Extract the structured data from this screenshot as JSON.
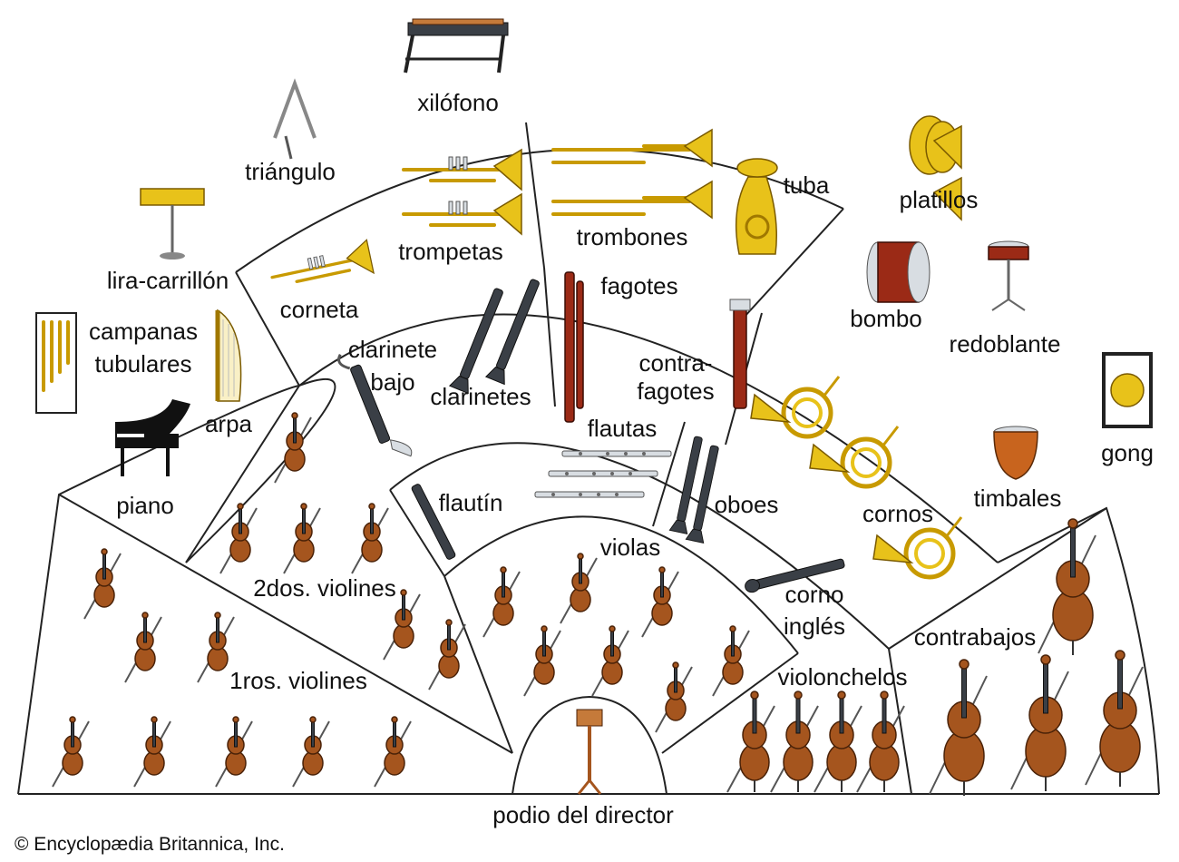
{
  "labels": {
    "xilofono": "xilófono",
    "triangulo": "triángulo",
    "lira": "lira-carrillón",
    "campanas_1": "campanas",
    "campanas_2": "tubulares",
    "arpa": "arpa",
    "piano": "piano",
    "corneta": "corneta",
    "trompetas": "trompetas",
    "trombones": "trombones",
    "tuba": "tuba",
    "platillos": "platillos",
    "bombo": "bombo",
    "redoblante": "redoblante",
    "gong": "gong",
    "timbales": "timbales",
    "fagotes": "fagotes",
    "contrafagotes_1": "contra-",
    "contrafagotes_2": "fagotes",
    "clarinete_bajo_1": "clarinete",
    "clarinete_bajo_2": "bajo",
    "clarinetes": "clarinetes",
    "flautas": "flautas",
    "flautin": "flautín",
    "oboes": "oboes",
    "cornos": "cornos",
    "corno_ingles_1": "corno",
    "corno_ingles_2": "inglés",
    "violas": "violas",
    "segundos_violines": "2dos. violines",
    "primeros_violines": "1ros. violines",
    "violonchelos": "violonchelos",
    "contrabajos": "contrabajos",
    "podio": "podio del director"
  },
  "copyright": "© Encyclopædia Britannica, Inc.",
  "colors": {
    "brass": "#e8c21a",
    "wood": "#a5551e",
    "outline": "#222222"
  }
}
